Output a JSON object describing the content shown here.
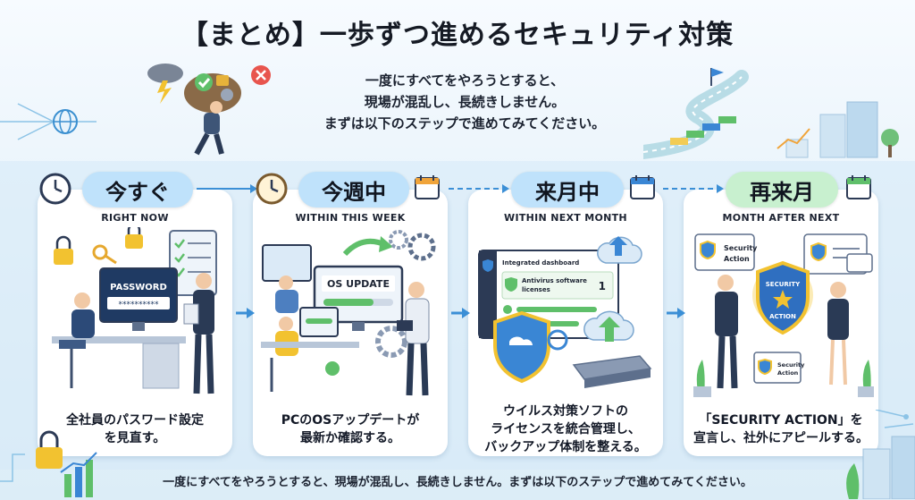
{
  "title": "【まとめ】一歩ずつ進めるセキュリティ対策",
  "intro": [
    "一度にすべてをやろうとすると、",
    "現場が混乱し、長続きしません。",
    "まずは以下のステップで進めてみてください。"
  ],
  "footer": "一度にすべてをやろうとすると、現場が混乱し、長続きしません。まずは以下のステップで進めてみてください。",
  "steps": [
    {
      "label": "今すぐ",
      "sublabel": "RIGHT NOW",
      "icon": "clock-icon",
      "screen_text": "PASSWORD",
      "screen_mask": "**********",
      "desc": [
        "全社員のパスワード設定",
        "を見直す。"
      ]
    },
    {
      "label": "今週中",
      "sublabel": "WITHIN THIS WEEK",
      "icon": "clock-icon",
      "screen_text": "OS UPDATE",
      "desc": [
        "PCのOSアップデートが",
        "最新か確認する。"
      ]
    },
    {
      "label": "来月中",
      "sublabel": "WITHIN NEXT MONTH",
      "icon": "calendar-icon",
      "screen_title": "Integrated dashboard",
      "screen_text_1": "Antivirus software",
      "screen_text_2": "licenses",
      "screen_count": "1",
      "desc": [
        "ウイルス対策ソフトの",
        "ライセンスを統合管理し、",
        "バックアップ体制を整える。"
      ]
    },
    {
      "label": "再来月",
      "sublabel": "MONTH AFTER NEXT",
      "icon": "calendar-icon",
      "badge_line1": "Security",
      "badge_line2": "Action",
      "medal_line1": "SECURITY",
      "medal_line2": "ACTION",
      "desc": [
        "「SECURITY ACTION」を",
        "宣言し、社外にアピールする。"
      ]
    }
  ],
  "colors": {
    "pill_blue": "#bfe2fb",
    "pill_green": "#c8f0cf",
    "arrow": "#3b8fd6",
    "accent_navy": "#24344f"
  }
}
